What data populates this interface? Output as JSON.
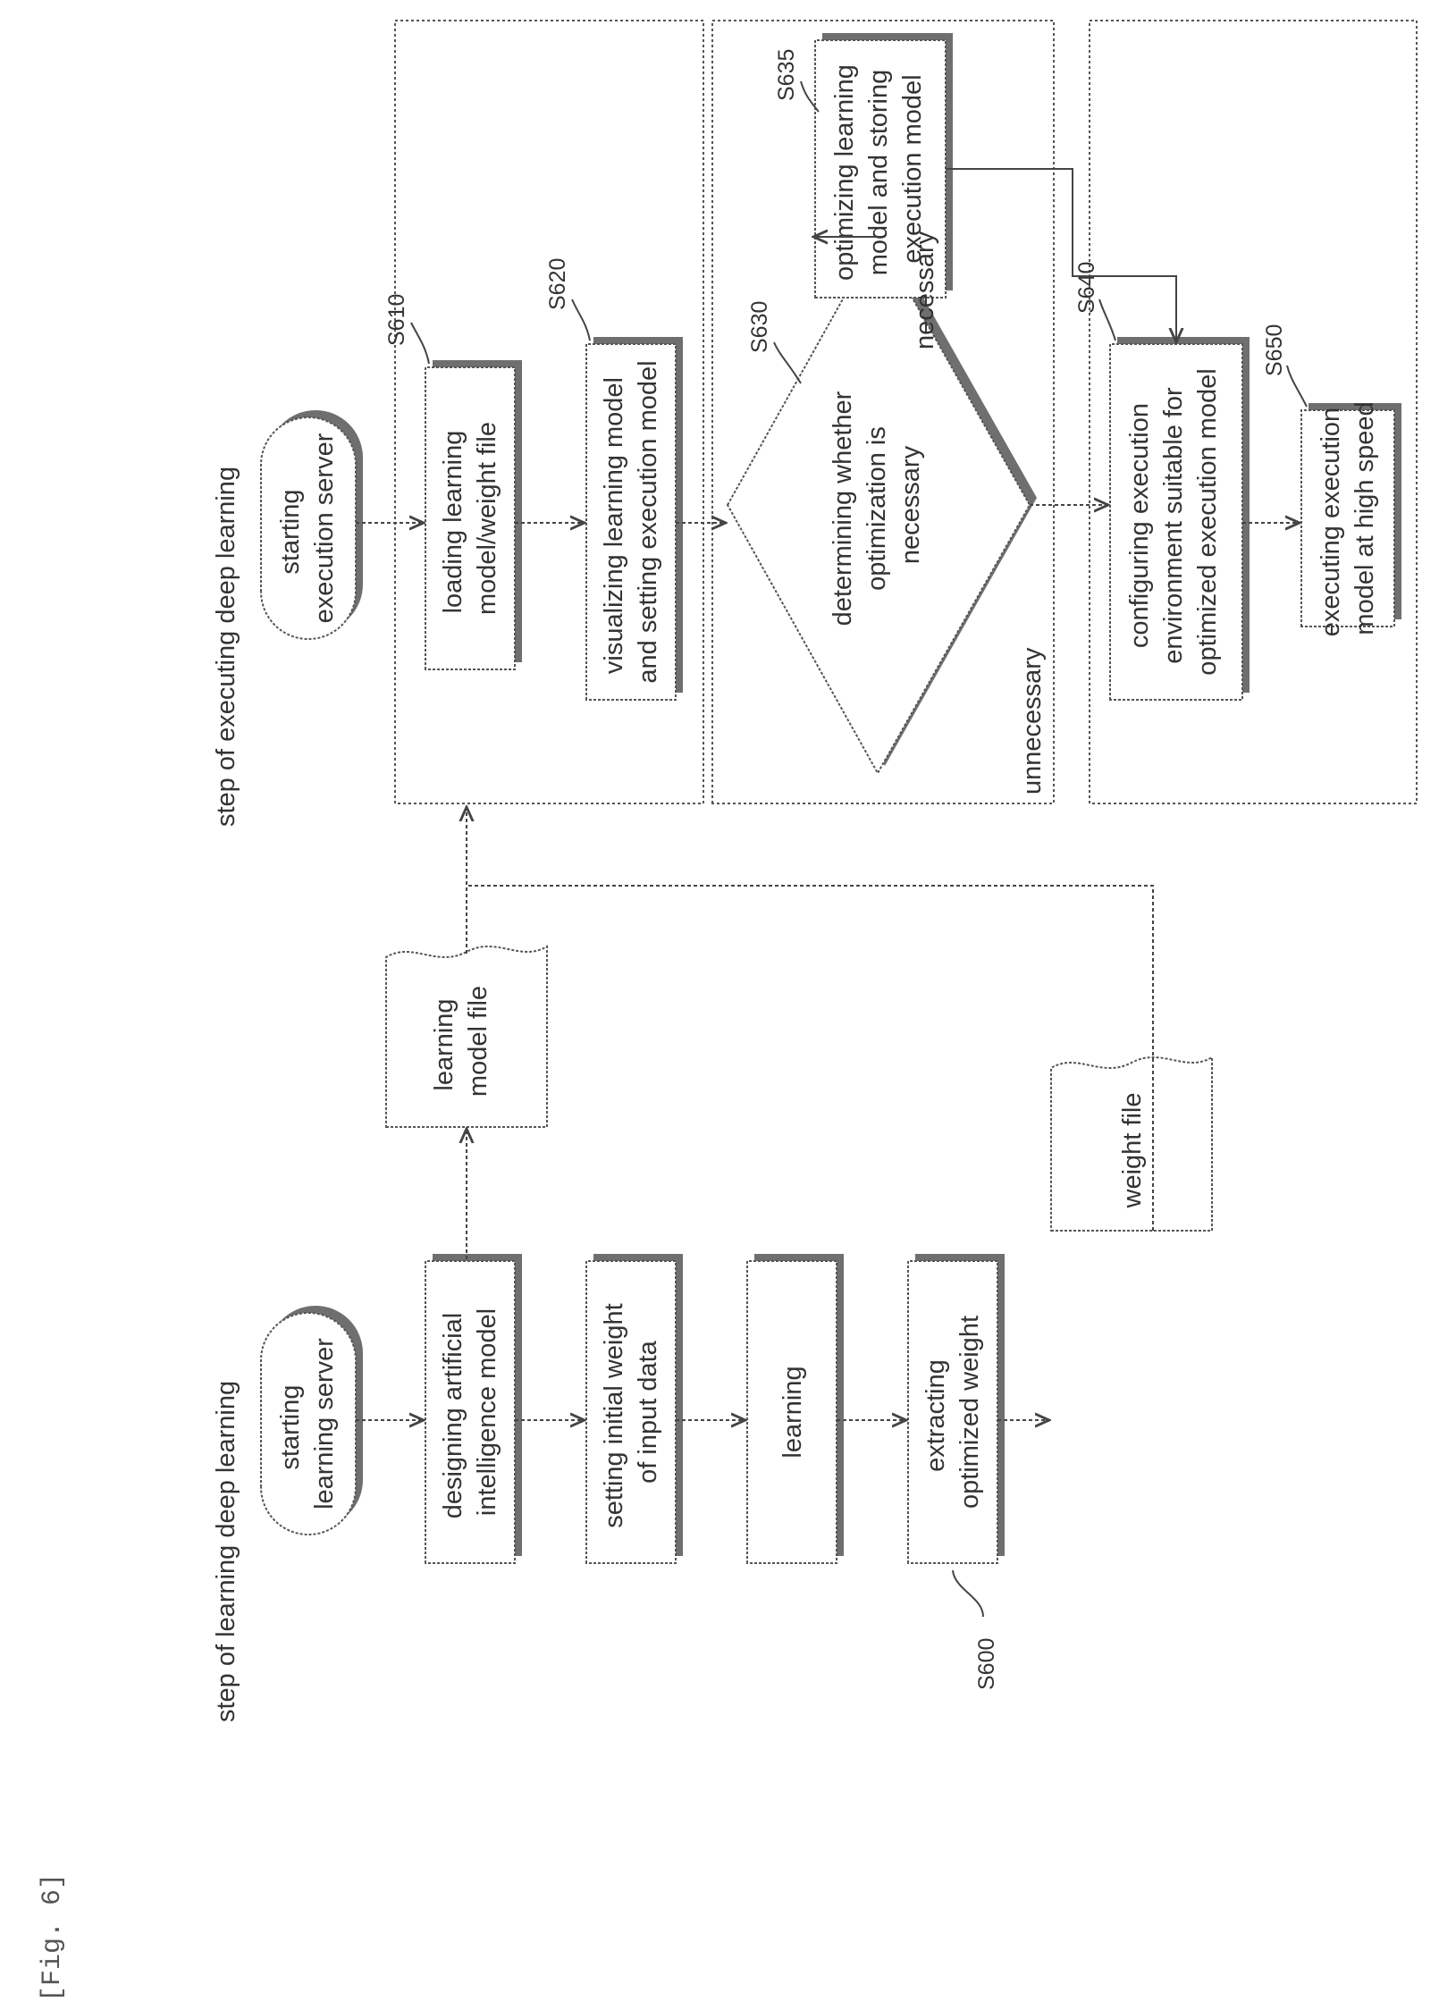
{
  "figure_label": "[Fig. 6]",
  "learning": {
    "heading": "step of learning deep learning",
    "start": [
      "starting",
      "learning server"
    ],
    "design": [
      "designing artificial",
      "intelligence model"
    ],
    "set_weight": [
      "setting initial weight",
      "of input data"
    ],
    "learn": [
      "learning"
    ],
    "extract": [
      "extracting",
      "optimized weight"
    ],
    "extract_ref": "S600",
    "model_file": [
      "learning",
      "model file"
    ],
    "weight_file": [
      "weight file"
    ]
  },
  "execution": {
    "heading": "step of executing deep learning",
    "start": [
      "starting",
      "execution server"
    ],
    "load": [
      "loading learning",
      "model/weight file"
    ],
    "load_ref": "S610",
    "visualize": [
      "visualizing learning model",
      "and setting execution model"
    ],
    "visualize_ref": "S620",
    "decision": [
      "determining whether",
      "optimization is",
      "necessary"
    ],
    "decision_ref": "S630",
    "label_necessary": "necessary",
    "label_unnecessary": "unnecessary",
    "optimize": [
      "optimizing learning",
      "model and storing",
      "execution model"
    ],
    "optimize_ref": "S635",
    "configure": [
      "configuring execution",
      "environment suitable for",
      "optimized execution model"
    ],
    "configure_ref": "S640",
    "run": [
      "executing execution",
      "model at high speed"
    ],
    "run_ref": "S650"
  },
  "colors": {
    "line": "#444444",
    "shadow": "#6f6f6f",
    "text": "#333333"
  }
}
